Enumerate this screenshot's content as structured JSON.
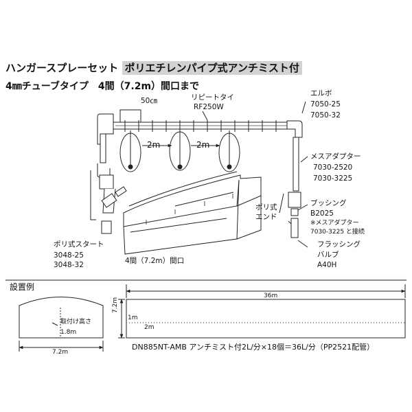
{
  "header": {
    "title": "ハンガースプレーセット",
    "title_highlight": "ポリエチレンパイプ式アンチミスト付",
    "subtitle": "4㎜チューブタイプ　4間（7.2m）間口まで"
  },
  "diagram": {
    "dim_50cm": "50㎝",
    "repeat_tie": "リピートタイ",
    "repeat_tie_code": "RF250W",
    "elbow": "エルボ",
    "elbow_codes": [
      "7050-25",
      "7050-32"
    ],
    "spacing_1": "2m",
    "spacing_2": "2m",
    "female_adapter": "メスアダプター",
    "female_adapter_codes": [
      "7030-2520",
      "7030-3225"
    ],
    "poly_end": [
      "ポリ式",
      "エンド"
    ],
    "bushing": "ブッシング",
    "bushing_code": "B2025",
    "bushing_note": "※メスアダプター",
    "bushing_note2": "7030-3225 と接続",
    "flushing_valve": [
      "フラッシング",
      "バルブ"
    ],
    "valve_code": "A40H",
    "poly_start": "ポリ式スタート",
    "poly_start_codes": [
      "3048-25",
      "3048-32"
    ],
    "house_width": "4間（7.2m）間口"
  },
  "example": {
    "heading": "設置例",
    "mount_height_label": "取付け高さ",
    "mount_height": "1.8m",
    "width": "7.2m",
    "length": "36m",
    "height_dim": "7.2m",
    "first_gap": "1m",
    "spacing": "2m",
    "caption": "DN885NT-AMB アンチミスト付2L/分×18個＝36L/分（PP2521配管）"
  }
}
